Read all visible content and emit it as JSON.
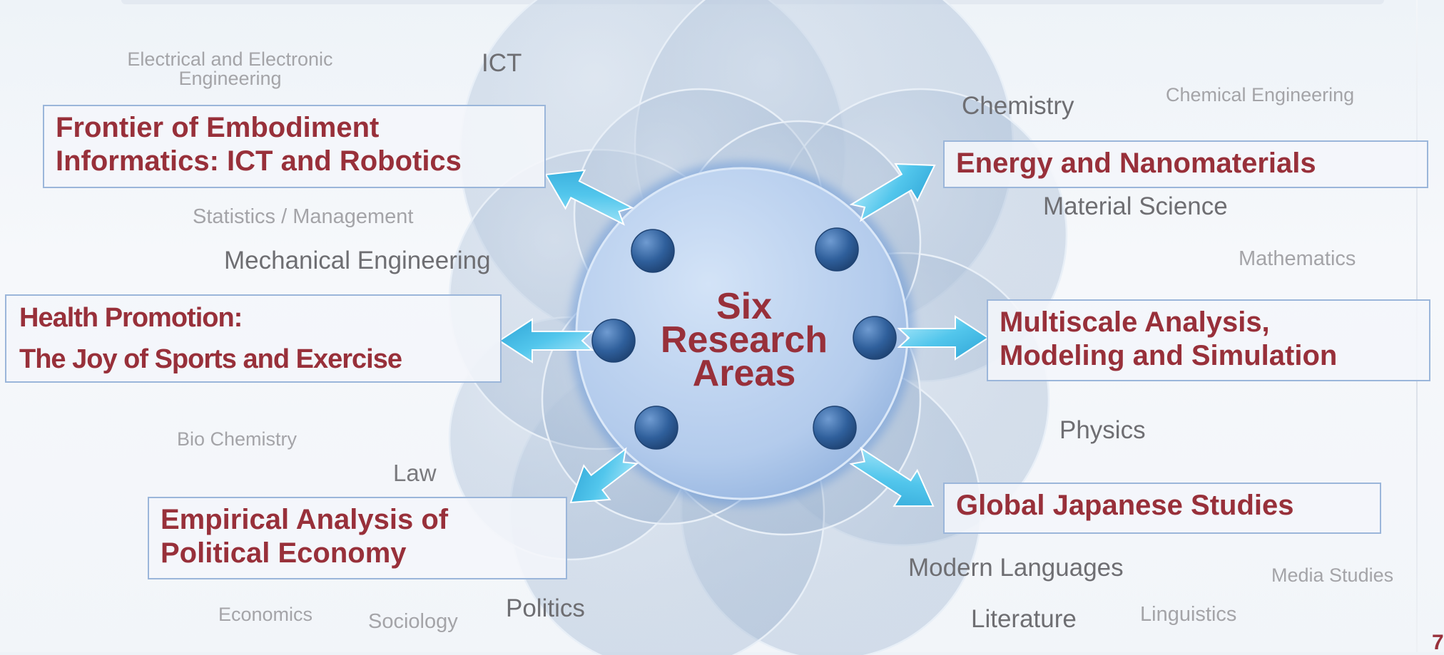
{
  "hub": {
    "title_lines": [
      "Six",
      "Research",
      "Areas"
    ]
  },
  "research_areas": [
    {
      "lines": [
        "Frontier of Embodiment",
        "Informatics: ICT and Robotics"
      ]
    },
    {
      "lines": [
        "Energy and  Nanomaterials"
      ]
    },
    {
      "lines": [
        "Health Promotion:",
        "The Joy of Sports and Exercise"
      ]
    },
    {
      "lines": [
        "Multiscale Analysis,",
        "Modeling and Simulation"
      ]
    },
    {
      "lines": [
        "Empirical Analysis of",
        "Political Economy"
      ]
    },
    {
      "lines": [
        "Global Japanese Studies"
      ]
    }
  ],
  "disciplines": {
    "electrical": [
      "Electrical and Electronic",
      "Engineering"
    ],
    "ict": "ICT",
    "chemistry": "Chemistry",
    "chemical_engineering": "Chemical Engineering",
    "statistics": "Statistics / Management",
    "material_science": "Material Science",
    "mechanical": "Mechanical Engineering",
    "mathematics": "Mathematics",
    "bio_chemistry": "Bio Chemistry",
    "physics": "Physics",
    "law": "Law",
    "modern_languages": "Modern Languages",
    "media_studies": "Media Studies",
    "economics": "Economics",
    "sociology": "Sociology",
    "politics": "Politics",
    "literature": "Literature",
    "linguistics": "Linguistics"
  },
  "colors": {
    "accent_text": "#98303a",
    "box_border": "#9bb6da",
    "dot": "#2f5f9b",
    "arrow": "#4fc3e8",
    "circle_fill": "#a9bfd9",
    "hub_fill": "#b7cfee"
  },
  "corner_mark": "7"
}
